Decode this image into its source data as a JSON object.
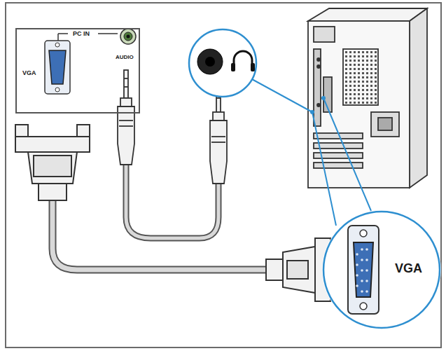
{
  "diagram": {
    "nodes": [
      {
        "text": [
          "PC IN",
          "VGA",
          "AUDIO"
        ]
      },
      {
        "text": [
          "VGA"
        ]
      }
    ]
  }
}
